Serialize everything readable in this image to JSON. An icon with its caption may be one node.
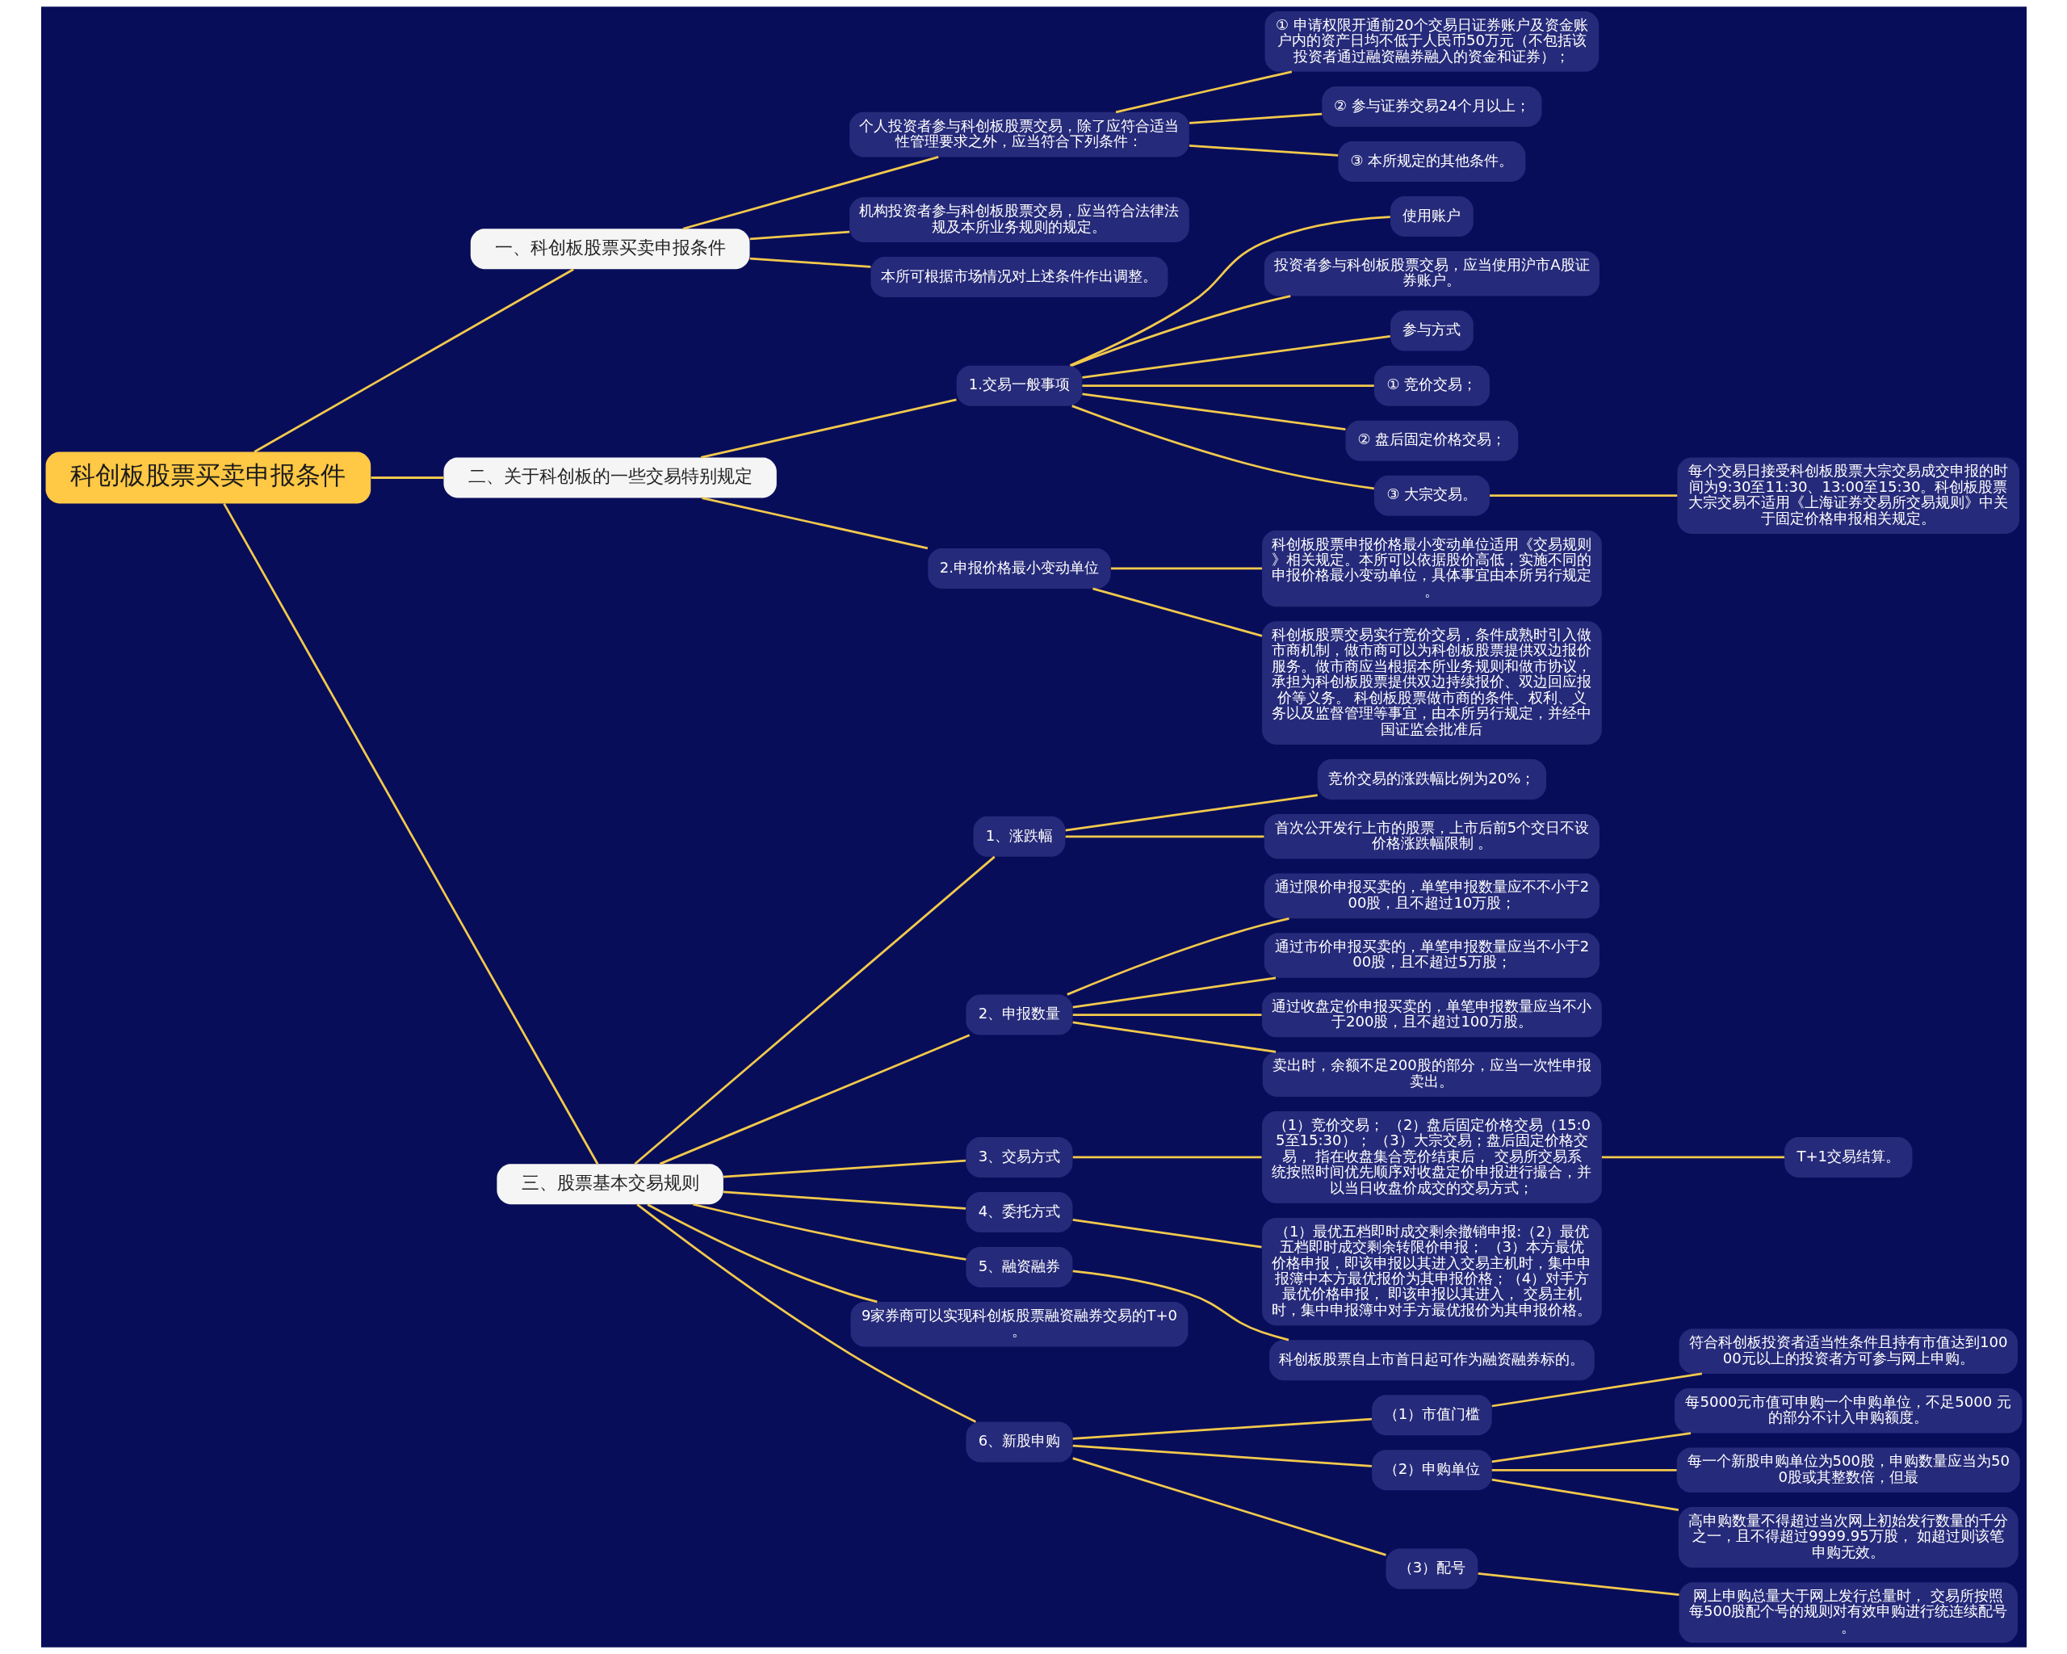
{
  "diagram": {
    "nodes": [
      {
        "text": [
          "科创板股票买卖申报条件"
        ]
      },
      {
        "text": [
          "一、科创板股票买卖申报条件"
        ]
      },
      {
        "text": [
          "个人投资者参与科创板股票交易，除了应符合适当性管理要求之外，应当符合下列条件："
        ]
      },
      {
        "text": [
          "① 申请权限开通前20个交易日证券账户及资金账户内的资产日均不低于人民币50万元（不包括该投资者通过融资融券融入的资金和证券）；"
        ]
      },
      {
        "text": [
          "② 参与证券交易24个月以上；"
        ]
      },
      {
        "text": [
          "③ 本所规定的其他条件。"
        ]
      },
      {
        "text": [
          "机构投资者参与科创板股票交易，应当符合法律法规及本所业务规则的规定。"
        ]
      },
      {
        "text": [
          "本所可根据市场情况对上述条件作出调整。"
        ]
      },
      {
        "text": [
          "二、关于科创板的一些交易特别规定"
        ]
      },
      {
        "text": [
          "1.交易一般事项"
        ]
      },
      {
        "text": [
          "使用账户"
        ]
      },
      {
        "text": [
          "投资者参与科创板股票交易，应当使用沪市A股证券账户。"
        ]
      },
      {
        "text": [
          "参与方式"
        ]
      },
      {
        "text": [
          "① 竞价交易；"
        ]
      },
      {
        "text": [
          "② 盘后固定价格交易；"
        ]
      },
      {
        "text": [
          "③ 大宗交易。"
        ]
      },
      {
        "text": [
          "每个交易日接受科创板股票大宗交易成交申报的时间为9:30至11:30、13:00至15:30。科创板股票大宗交易不适用《上海证券交易所交易规则》中关于固定价格申报相关规定。"
        ]
      },
      {
        "text": [
          "2.申报价格最小变动单位"
        ]
      },
      {
        "text": [
          "科创板股票申报价格最小变动单位适用《交易规则》相关规定。本所可以依据股价高低，实施不同的申报价格最小变动单位，具体事宜由本所另行规定。"
        ]
      },
      {
        "text": [
          "科创板股票交易实行竞价交易，条件成熟时引入做市商机制，做市商可以为科创板股票提供双边报价服务。做市商应当根据本所业务规则和做市协议，承担为科创板股票提供双边持续报价、双边回应报价等义务。 科创板股票做市商的条件、权利、义务以及监督管理等事宜，由本所另行规定，并经中国证监会批准后"
        ]
      },
      {
        "text": [
          "三、股票基本交易规则"
        ]
      },
      {
        "text": [
          "1、涨跌幅"
        ]
      },
      {
        "text": [
          "竞价交易的涨跌幅比例为20%；"
        ]
      },
      {
        "text": [
          "首次公开发行上市的股票，上市后前5个交日不设价格涨跌幅限制 。"
        ]
      },
      {
        "text": [
          "2、申报数量"
        ]
      },
      {
        "text": [
          "通过限价申报买卖的，单笔申报数量应不不小于200股，且不超过10万股；"
        ]
      },
      {
        "text": [
          "通过市价申报买卖的，单笔申报数量应当不小于200股，且不超过5万股；"
        ]
      },
      {
        "text": [
          "通过收盘定价申报买卖的，单笔申报数量应当不小于200股，且不超过100万股。"
        ]
      },
      {
        "text": [
          "卖出时，余额不足200股的部分，应当一次性申报卖出。"
        ]
      },
      {
        "text": [
          "3、交易方式"
        ]
      },
      {
        "text": [
          "（1）竞价交易； （2）盘后固定价格交易（15:05至15:30）； （3）大宗交易；盘后固定价格交易， 指在收盘集合竞价结束后， 交易所交易系统按照时间优先顺序对收盘定价申报进行撮合，并以当日收盘价成交的交易方式；"
        ]
      },
      {
        "text": [
          "T+1交易结算。"
        ]
      },
      {
        "text": [
          "4、委托方式"
        ]
      },
      {
        "text": [
          "（1）最优五档即时成交剩余撤销申报:（2）最优五档即时成交剩余转限价申报； （3）本方最优价格申报，即该申报以其进入交易主机时，集中申报簿中本方最优报价为其申报价格；（4）对手方最优价格申报， 即该申报以其进入， 交易主机时，集中申报簿中对手方最优报价为其申报价格。"
        ]
      },
      {
        "text": [
          "5、融资融券"
        ]
      },
      {
        "text": [
          "科创板股票自上市首日起可作为融资融券标的。"
        ]
      },
      {
        "text": [
          "9家券商可以实现科创板股票融资融券交易的T+0。"
        ]
      },
      {
        "text": [
          "6、新股申购"
        ]
      },
      {
        "text": [
          "（1）市值门槛"
        ]
      },
      {
        "text": [
          "符合科创板投资者适当性条件且持有市值达到10000元以上的投资者方可参与网上申购。"
        ]
      },
      {
        "text": [
          "（2）申购单位"
        ]
      },
      {
        "text": [
          "每5000元市值可申购一个申购单位，不足5000 元的部分不计入申购额度。"
        ]
      },
      {
        "text": [
          "每一个新股申购单位为500股，申购数量应当为500股或其整数倍，但最"
        ]
      },
      {
        "text": [
          "高申购数量不得超过当次网上初始发行数量的千分之一，且不得超过9999.95万股， 如超过则该笔申购无效。"
        ]
      },
      {
        "text": [
          "（3）配号"
        ]
      },
      {
        "text": [
          "网上申购总量大于网上发行总量时， 交易所按照每500股配个号的规则对有效申购进行统连续配号。"
        ]
      }
    ],
    "edges": [
      {
        "from": 0,
        "to": 1,
        "arrow": "none"
      },
      {
        "from": 1,
        "to": 2,
        "arrow": "none"
      },
      {
        "from": 2,
        "to": 3,
        "arrow": "none"
      },
      {
        "from": 2,
        "to": 4,
        "arrow": "none"
      },
      {
        "from": 2,
        "to": 5,
        "arrow": "none"
      },
      {
        "from": 1,
        "to": 6,
        "arrow": "none"
      },
      {
        "from": 1,
        "to": 7,
        "arrow": "none"
      },
      {
        "from": 0,
        "to": 8,
        "arrow": "none"
      },
      {
        "from": 8,
        "to": 9,
        "arrow": "none"
      },
      {
        "from": 9,
        "to": 10,
        "arrow": "none"
      },
      {
        "from": 9,
        "to": 11,
        "arrow": "none"
      },
      {
        "from": 9,
        "to": 12,
        "arrow": "none"
      },
      {
        "from": 9,
        "to": 13,
        "arrow": "none"
      },
      {
        "from": 9,
        "to": 14,
        "arrow": "none"
      },
      {
        "from": 9,
        "to": 15,
        "arrow": "none"
      },
      {
        "from": 15,
        "to": 16,
        "arrow": "none"
      },
      {
        "from": 8,
        "to": 17,
        "arrow": "none"
      },
      {
        "from": 17,
        "to": 18,
        "arrow": "none"
      },
      {
        "from": 17,
        "to": 19,
        "arrow": "none"
      },
      {
        "from": 0,
        "to": 20,
        "arrow": "none"
      },
      {
        "from": 20,
        "to": 21,
        "arrow": "none"
      },
      {
        "from": 21,
        "to": 22,
        "arrow": "none"
      },
      {
        "from": 21,
        "to": 23,
        "arrow": "none"
      },
      {
        "from": 20,
        "to": 24,
        "arrow": "none"
      },
      {
        "from": 24,
        "to": 25,
        "arrow": "none"
      },
      {
        "from": 24,
        "to": 26,
        "arrow": "none"
      },
      {
        "from": 24,
        "to": 27,
        "arrow": "none"
      },
      {
        "from": 24,
        "to": 28,
        "arrow": "none"
      },
      {
        "from": 20,
        "to": 29,
        "arrow": "none"
      },
      {
        "from": 29,
        "to": 30,
        "arrow": "none"
      },
      {
        "from": 30,
        "to": 31,
        "arrow": "none"
      },
      {
        "from": 20,
        "to": 32,
        "arrow": "none"
      },
      {
        "from": 32,
        "to": 33,
        "arrow": "none"
      },
      {
        "from": 20,
        "to": 34,
        "arrow": "none"
      },
      {
        "from": 34,
        "to": 35,
        "arrow": "none"
      },
      {
        "from": 20,
        "to": 36,
        "arrow": "none"
      },
      {
        "from": 20,
        "to": 37,
        "arrow": "none"
      },
      {
        "from": 37,
        "to": 38,
        "arrow": "none"
      },
      {
        "from": 38,
        "to": 39,
        "arrow": "none"
      },
      {
        "from": 37,
        "to": 40,
        "arrow": "none"
      },
      {
        "from": 40,
        "to": 41,
        "arrow": "none"
      },
      {
        "from": 40,
        "to": 42,
        "arrow": "none"
      },
      {
        "from": 40,
        "to": 43,
        "arrow": "none"
      },
      {
        "from": 37,
        "to": 44,
        "arrow": "none"
      },
      {
        "from": 44,
        "to": 45,
        "arrow": "none"
      }
    ]
  }
}
